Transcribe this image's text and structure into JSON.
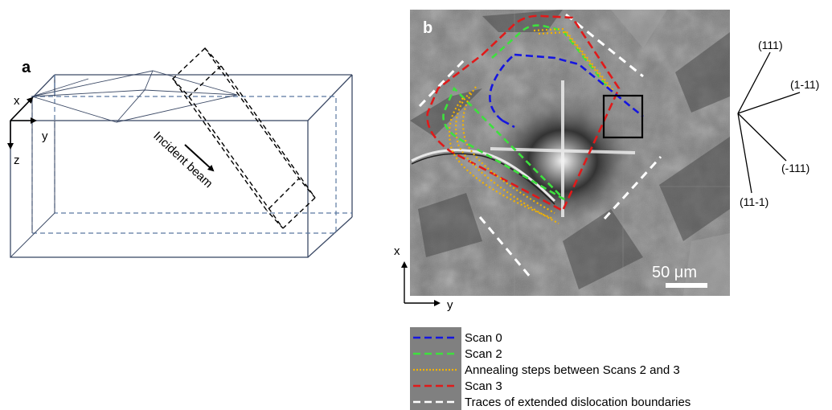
{
  "panel_a": {
    "letter": "a",
    "axes": {
      "x": "x",
      "y": "y",
      "z": "z"
    },
    "beam_label": "Incident beam"
  },
  "panel_b": {
    "letter": "b",
    "scale_bar_label": "50 μm",
    "axes": {
      "x": "x",
      "y": "y"
    }
  },
  "directions": [
    "(111)",
    "(1-11)",
    "(-111)",
    "(11-1)"
  ],
  "legend": [
    {
      "label": "Scan 0",
      "color": "#1515e0",
      "style": "dashed"
    },
    {
      "label": "Scan 2",
      "color": "#3ee03e",
      "style": "dashed"
    },
    {
      "label": "Annealing steps between Scans 2 and 3",
      "color": "#f2b200",
      "style": "dotted"
    },
    {
      "label": "Scan 3",
      "color": "#e01a1a",
      "style": "dashed"
    },
    {
      "label": "Traces of extended dislocation boundaries",
      "color": "#ffffff",
      "style": "dashed"
    }
  ]
}
